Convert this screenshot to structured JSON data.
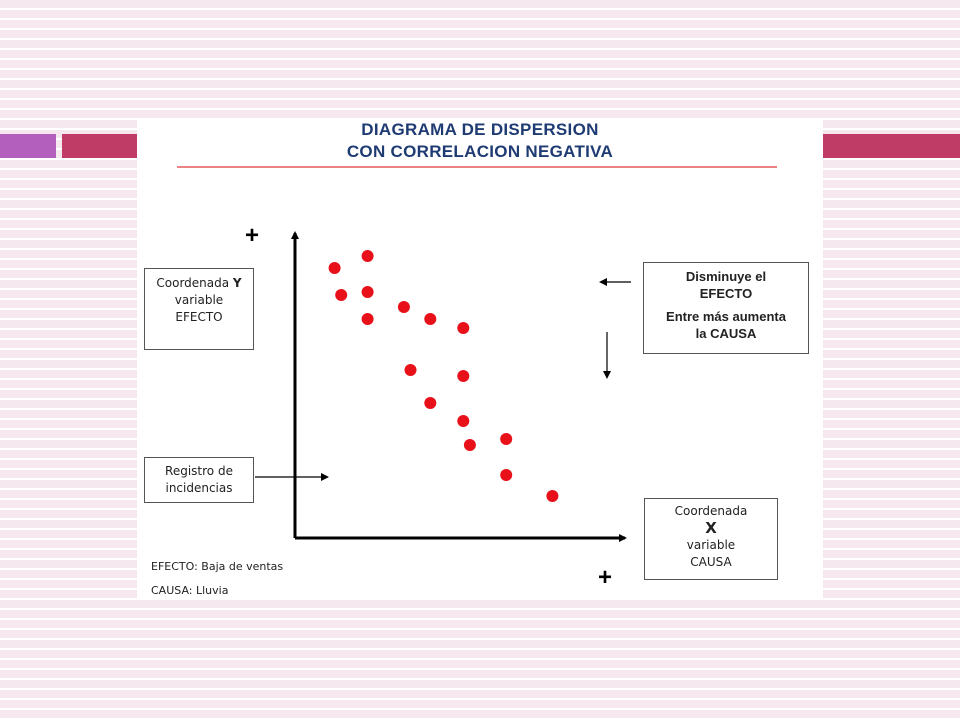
{
  "title": {
    "line1": "DIAGRAMA DE DISPERSION",
    "line2": "CON CORRELACION NEGATIVA"
  },
  "labels": {
    "y_box": {
      "line1": "Coordenada",
      "line1_bold": "Y",
      "line2": "variable",
      "line3": "EFECTO"
    },
    "registro_box": {
      "line1": "Registro de",
      "line2": "incidencias"
    },
    "effect_box": {
      "line1": "Disminuye el",
      "line2": "EFECTO",
      "line3": "Entre más aumenta",
      "line4": "la CAUSA"
    },
    "x_box": {
      "line1": "Coordenada",
      "line2": "X",
      "line3": "variable",
      "line4": "CAUSA"
    },
    "plus_y": "+",
    "plus_x": "+",
    "note_efecto": "EFECTO: Baja de ventas",
    "note_causa": "CAUSA: Lluvia"
  },
  "colors": {
    "point": "#e8111a",
    "title": "#1f3b73",
    "title_rule": "#e35a5a",
    "deco_purple": "#b25fbd",
    "deco_pink": "#be3c66"
  },
  "chart_data": {
    "type": "scatter",
    "title": "DIAGRAMA DE DISPERSION CON CORRELACION NEGATIVA",
    "xlabel": "Coordenada X variable CAUSA",
    "ylabel": "Coordenada Y variable EFECTO",
    "xlim": [
      0,
      10
    ],
    "ylim": [
      0,
      10
    ],
    "grid": false,
    "series": [
      {
        "points": [
          {
            "x": 1.2,
            "y": 9.0
          },
          {
            "x": 2.2,
            "y": 9.4
          },
          {
            "x": 1.4,
            "y": 8.1
          },
          {
            "x": 2.2,
            "y": 8.2
          },
          {
            "x": 3.3,
            "y": 7.7
          },
          {
            "x": 4.1,
            "y": 7.3
          },
          {
            "x": 5.1,
            "y": 7.0
          },
          {
            "x": 2.2,
            "y": 7.3
          },
          {
            "x": 3.5,
            "y": 5.6
          },
          {
            "x": 5.1,
            "y": 5.4
          },
          {
            "x": 4.1,
            "y": 4.5
          },
          {
            "x": 5.1,
            "y": 3.9
          },
          {
            "x": 5.3,
            "y": 3.1
          },
          {
            "x": 6.4,
            "y": 3.3
          },
          {
            "x": 6.4,
            "y": 2.1
          },
          {
            "x": 7.8,
            "y": 1.4
          }
        ]
      }
    ]
  }
}
